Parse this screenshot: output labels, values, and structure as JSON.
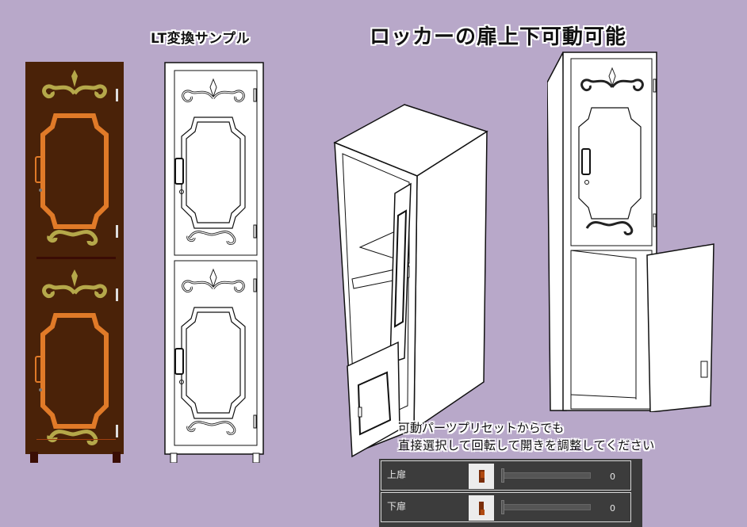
{
  "titles": {
    "lt_sample": "LT変換サンプル",
    "main": "ロッカーの扉上下可動可能"
  },
  "notes": {
    "line1": "可動パーツプリセットからでも",
    "line2": "直接選択して回転して開きを調整してください"
  },
  "colors": {
    "background": "#b8a8c9",
    "locker_brown": "#4a2208",
    "panel_orange": "#e07a28",
    "ornament_olive": "#b5a84a",
    "panel_bg": "#3c3c3c"
  },
  "parts_panel": {
    "rows": [
      {
        "label": "上扉",
        "value": "0",
        "thumbnail": "upper-door-thumbnail"
      },
      {
        "label": "下扉",
        "value": "0",
        "thumbnail": "lower-door-thumbnail"
      }
    ]
  }
}
